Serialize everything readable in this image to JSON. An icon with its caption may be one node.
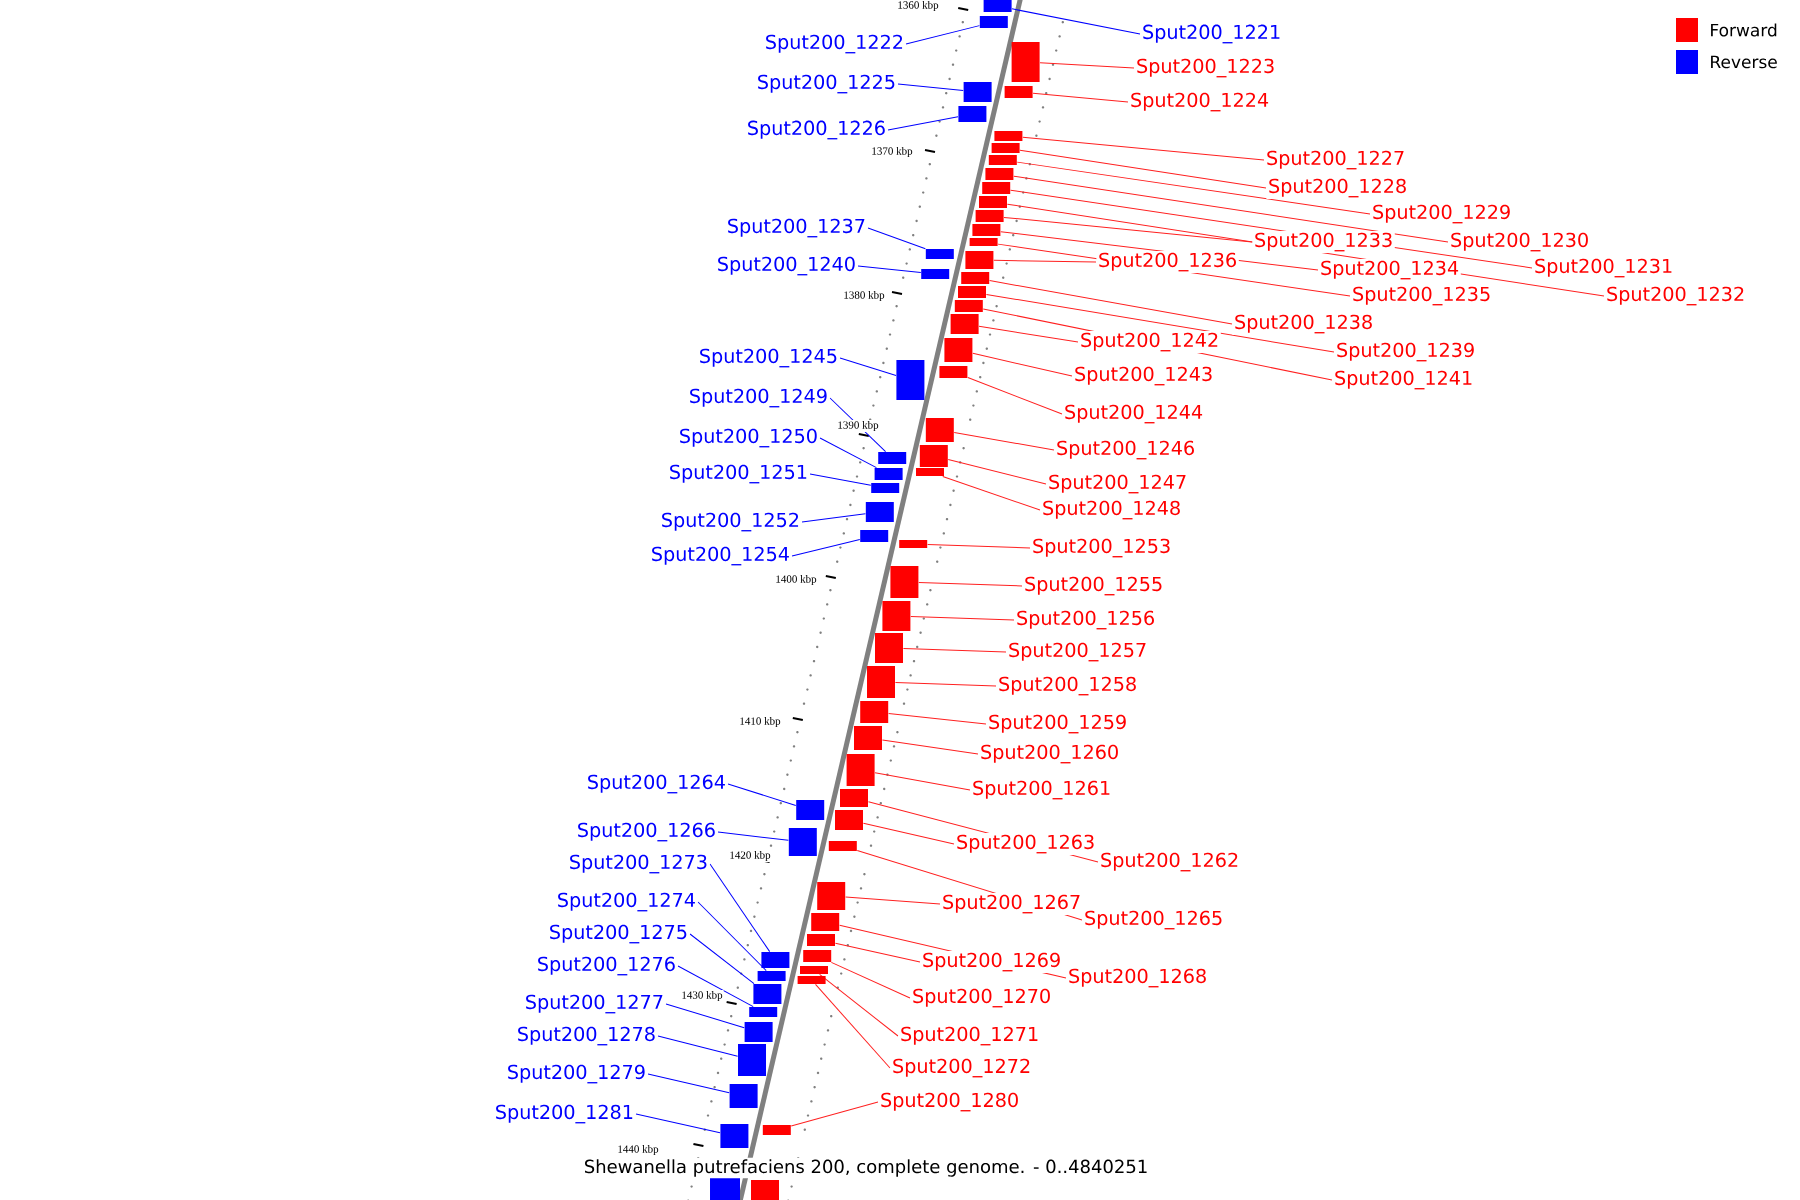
{
  "diagram": {
    "caption": "Shewanella putrefaciens 200, complete genome. - 0..4840251",
    "nodes": [
      {
        "text": [
          "Sput200_1221"
        ]
      },
      {
        "text": [
          "Sput200_1222"
        ]
      },
      {
        "text": [
          "Sput200_1223"
        ]
      },
      {
        "text": [
          "Sput200_1224"
        ]
      },
      {
        "text": [
          "Sput200_1225"
        ]
      },
      {
        "text": [
          "Sput200_1226"
        ]
      },
      {
        "text": [
          "Sput200_1227"
        ]
      },
      {
        "text": [
          "Sput200_1228"
        ]
      },
      {
        "text": [
          "Sput200_1229"
        ]
      },
      {
        "text": [
          "Sput200_1230"
        ]
      },
      {
        "text": [
          "Sput200_1231"
        ]
      },
      {
        "text": [
          "Sput200_1232"
        ]
      },
      {
        "text": [
          "Sput200_1233"
        ]
      },
      {
        "text": [
          "Sput200_1234"
        ]
      },
      {
        "text": [
          "Sput200_1235"
        ]
      },
      {
        "text": [
          "Sput200_1236"
        ]
      },
      {
        "text": [
          "Sput200_1237"
        ]
      },
      {
        "text": [
          "Sput200_1238"
        ]
      },
      {
        "text": [
          "Sput200_1239"
        ]
      },
      {
        "text": [
          "Sput200_1240"
        ]
      },
      {
        "text": [
          "Sput200_1241"
        ]
      },
      {
        "text": [
          "Sput200_1242"
        ]
      },
      {
        "text": [
          "Sput200_1243"
        ]
      },
      {
        "text": [
          "Sput200_1244"
        ]
      },
      {
        "text": [
          "Sput200_1245"
        ]
      },
      {
        "text": [
          "Sput200_1246"
        ]
      },
      {
        "text": [
          "Sput200_1247"
        ]
      },
      {
        "text": [
          "Sput200_1248"
        ]
      },
      {
        "text": [
          "Sput200_1249"
        ]
      },
      {
        "text": [
          "Sput200_1250"
        ]
      },
      {
        "text": [
          "Sput200_1251"
        ]
      },
      {
        "text": [
          "Sput200_1252"
        ]
      },
      {
        "text": [
          "Sput200_1253"
        ]
      },
      {
        "text": [
          "Sput200_1254"
        ]
      },
      {
        "text": [
          "Sput200_1255"
        ]
      },
      {
        "text": [
          "Sput200_1256"
        ]
      },
      {
        "text": [
          "Sput200_1257"
        ]
      },
      {
        "text": [
          "Sput200_1258"
        ]
      },
      {
        "text": [
          "Sput200_1259"
        ]
      },
      {
        "text": [
          "Sput200_1260"
        ]
      },
      {
        "text": [
          "Sput200_1261"
        ]
      },
      {
        "text": [
          "Sput200_1262"
        ]
      },
      {
        "text": [
          "Sput200_1263"
        ]
      },
      {
        "text": [
          "Sput200_1264"
        ]
      },
      {
        "text": [
          "Sput200_1265"
        ]
      },
      {
        "text": [
          "Sput200_1266"
        ]
      },
      {
        "text": [
          "Sput200_1267"
        ]
      },
      {
        "text": [
          "Sput200_1268"
        ]
      },
      {
        "text": [
          "Sput200_1269"
        ]
      },
      {
        "text": [
          "Sput200_1270"
        ]
      },
      {
        "text": [
          "Sput200_1271"
        ]
      },
      {
        "text": [
          "Sput200_1272"
        ]
      },
      {
        "text": [
          "Sput200_1273"
        ]
      },
      {
        "text": [
          "Sput200_1274"
        ]
      },
      {
        "text": [
          "Sput200_1275"
        ]
      },
      {
        "text": [
          "Sput200_1276"
        ]
      },
      {
        "text": [
          "Sput200_1277"
        ]
      },
      {
        "text": [
          "Sput200_1278"
        ]
      },
      {
        "text": [
          "Sput200_1279"
        ]
      },
      {
        "text": [
          "Sput200_1280"
        ]
      },
      {
        "text": [
          "Sput200_1281"
        ]
      },
      {
        "text": [],
        "shape": "box"
      },
      {
        "text": [],
        "shape": "box"
      },
      {
        "text": [],
        "shape": "box"
      },
      {
        "text": [],
        "shape": "box"
      },
      {
        "text": [],
        "shape": "box"
      },
      {
        "text": [],
        "shape": "box"
      },
      {
        "text": [],
        "shape": "box"
      },
      {
        "text": [],
        "shape": "box"
      },
      {
        "text": [],
        "shape": "box"
      },
      {
        "text": [],
        "shape": "box"
      },
      {
        "text": [],
        "shape": "box"
      },
      {
        "text": [],
        "shape": "box"
      },
      {
        "text": [],
        "shape": "box"
      },
      {
        "text": [],
        "shape": "box"
      },
      {
        "text": [],
        "shape": "box"
      },
      {
        "text": [],
        "shape": "box"
      },
      {
        "text": [],
        "shape": "box"
      },
      {
        "text": [],
        "shape": "box"
      },
      {
        "text": [],
        "shape": "box"
      },
      {
        "text": [],
        "shape": "box"
      },
      {
        "text": [],
        "shape": "box"
      },
      {
        "text": [],
        "shape": "box"
      },
      {
        "text": [],
        "shape": "box"
      },
      {
        "text": [],
        "shape": "box"
      },
      {
        "text": [],
        "shape": "box"
      },
      {
        "text": [],
        "shape": "box"
      },
      {
        "text": [],
        "shape": "box"
      },
      {
        "text": [],
        "shape": "box"
      },
      {
        "text": [],
        "shape": "box"
      },
      {
        "text": [],
        "shape": "box"
      },
      {
        "text": [],
        "shape": "box"
      },
      {
        "text": [],
        "shape": "box"
      },
      {
        "text": [],
        "shape": "box"
      },
      {
        "text": [],
        "shape": "box"
      },
      {
        "text": [],
        "shape": "box"
      },
      {
        "text": [],
        "shape": "box"
      },
      {
        "text": [],
        "shape": "box"
      },
      {
        "text": [],
        "shape": "box"
      },
      {
        "text": [],
        "shape": "box"
      },
      {
        "text": [],
        "shape": "box"
      },
      {
        "text": [],
        "shape": "box"
      },
      {
        "text": [],
        "shape": "box"
      },
      {
        "text": [],
        "shape": "box"
      },
      {
        "text": [],
        "shape": "box"
      },
      {
        "text": [],
        "shape": "box"
      },
      {
        "text": [],
        "shape": "box"
      },
      {
        "text": [],
        "shape": "box"
      },
      {
        "text": [],
        "shape": "box"
      },
      {
        "text": [],
        "shape": "box"
      },
      {
        "text": [],
        "shape": "box"
      },
      {
        "text": [],
        "shape": "box"
      },
      {
        "text": [],
        "shape": "box"
      },
      {
        "text": [],
        "shape": "box"
      },
      {
        "text": [],
        "shape": "box"
      },
      {
        "text": [],
        "shape": "box"
      },
      {
        "text": [],
        "shape": "box"
      },
      {
        "text": [],
        "shape": "box"
      },
      {
        "text": [],
        "shape": "box"
      },
      {
        "text": [],
        "shape": "box"
      },
      {
        "text": [],
        "shape": "box"
      },
      {
        "text": [],
        "shape": "box"
      }
    ],
    "edges": [
      {
        "from": 0,
        "to": 61,
        "arrow": "none",
        "color": "#0000ff"
      },
      {
        "from": 1,
        "to": 62,
        "arrow": "none",
        "color": "#0000ff"
      },
      {
        "from": 2,
        "to": 63,
        "arrow": "none"
      },
      {
        "from": 3,
        "to": 64,
        "arrow": "none"
      },
      {
        "from": 4,
        "to": 65,
        "arrow": "none",
        "color": "#0000ff"
      },
      {
        "from": 5,
        "to": 66,
        "arrow": "none",
        "color": "#0000ff"
      },
      {
        "from": 6,
        "to": 67,
        "arrow": "none"
      },
      {
        "from": 7,
        "to": 68,
        "arrow": "none"
      },
      {
        "from": 8,
        "to": 69,
        "arrow": "none"
      },
      {
        "from": 9,
        "to": 70,
        "arrow": "none"
      },
      {
        "from": 10,
        "to": 71,
        "arrow": "none"
      },
      {
        "from": 11,
        "to": 72,
        "arrow": "none"
      },
      {
        "from": 12,
        "to": 73,
        "arrow": "none"
      },
      {
        "from": 13,
        "to": 74,
        "arrow": "none"
      },
      {
        "from": 14,
        "to": 75,
        "arrow": "none"
      },
      {
        "from": 15,
        "to": 76,
        "arrow": "none"
      },
      {
        "from": 16,
        "to": 77,
        "arrow": "none",
        "color": "#0000ff"
      },
      {
        "from": 17,
        "to": 78,
        "arrow": "none"
      },
      {
        "from": 18,
        "to": 79,
        "arrow": "none"
      },
      {
        "from": 19,
        "to": 80,
        "arrow": "none",
        "color": "#0000ff"
      },
      {
        "from": 20,
        "to": 81,
        "arrow": "none"
      },
      {
        "from": 21,
        "to": 82,
        "arrow": "none"
      },
      {
        "from": 22,
        "to": 83,
        "arrow": "none"
      },
      {
        "from": 23,
        "to": 84,
        "arrow": "none"
      },
      {
        "from": 24,
        "to": 85,
        "arrow": "none",
        "color": "#0000ff"
      },
      {
        "from": 25,
        "to": 86,
        "arrow": "none"
      },
      {
        "from": 26,
        "to": 87,
        "arrow": "none"
      },
      {
        "from": 27,
        "to": 88,
        "arrow": "none"
      },
      {
        "from": 28,
        "to": 89,
        "arrow": "none",
        "color": "#0000ff"
      },
      {
        "from": 29,
        "to": 90,
        "arrow": "none",
        "color": "#0000ff"
      },
      {
        "from": 30,
        "to": 91,
        "arrow": "none",
        "color": "#0000ff"
      },
      {
        "from": 31,
        "to": 92,
        "arrow": "none",
        "color": "#0000ff"
      },
      {
        "from": 32,
        "to": 93,
        "arrow": "none"
      },
      {
        "from": 33,
        "to": 94,
        "arrow": "none",
        "color": "#0000ff"
      },
      {
        "from": 34,
        "to": 95,
        "arrow": "none"
      },
      {
        "from": 35,
        "to": 96,
        "arrow": "none"
      },
      {
        "from": 36,
        "to": 97,
        "arrow": "none"
      },
      {
        "from": 37,
        "to": 98,
        "arrow": "none"
      },
      {
        "from": 38,
        "to": 99,
        "arrow": "none"
      },
      {
        "from": 39,
        "to": 100,
        "arrow": "none"
      },
      {
        "from": 40,
        "to": 101,
        "arrow": "none"
      },
      {
        "from": 41,
        "to": 102,
        "arrow": "none"
      },
      {
        "from": 42,
        "to": 103,
        "arrow": "none"
      },
      {
        "from": 43,
        "to": 104,
        "arrow": "none",
        "color": "#0000ff"
      },
      {
        "from": 44,
        "to": 105,
        "arrow": "none"
      },
      {
        "from": 45,
        "to": 106,
        "arrow": "none",
        "color": "#0000ff"
      },
      {
        "from": 46,
        "to": 107,
        "arrow": "none"
      },
      {
        "from": 47,
        "to": 108,
        "arrow": "none"
      },
      {
        "from": 48,
        "to": 109,
        "arrow": "none"
      },
      {
        "from": 49,
        "to": 110,
        "arrow": "none"
      },
      {
        "from": 50,
        "to": 111,
        "arrow": "none"
      },
      {
        "from": 51,
        "to": 112,
        "arrow": "none"
      },
      {
        "from": 52,
        "to": 113,
        "arrow": "none",
        "color": "#0000ff"
      },
      {
        "from": 53,
        "to": 114,
        "arrow": "none",
        "color": "#0000ff"
      },
      {
        "from": 54,
        "to": 115,
        "arrow": "none",
        "color": "#0000ff"
      },
      {
        "from": 55,
        "to": 116,
        "arrow": "none",
        "color": "#0000ff"
      },
      {
        "from": 56,
        "to": 117,
        "arrow": "none",
        "color": "#0000ff"
      },
      {
        "from": 57,
        "to": 118,
        "arrow": "none",
        "color": "#0000ff"
      },
      {
        "from": 58,
        "to": 119,
        "arrow": "none",
        "color": "#0000ff"
      },
      {
        "from": 59,
        "to": 120,
        "arrow": "none"
      },
      {
        "from": 60,
        "to": 121,
        "arrow": "none",
        "color": "#0000ff"
      }
    ],
    "labels": [
      "1360 kbp",
      "1370 kbp",
      "1380 kbp",
      "1390 kbp",
      "1400 kbp",
      "1410 kbp",
      "1420 kbp",
      "1430 kbp",
      "1440 kbp"
    ],
    "legend": [
      {
        "text": "Forward",
        "color": "#ff0000"
      },
      {
        "text": "Reverse",
        "color": "#0000ff"
      }
    ]
  }
}
